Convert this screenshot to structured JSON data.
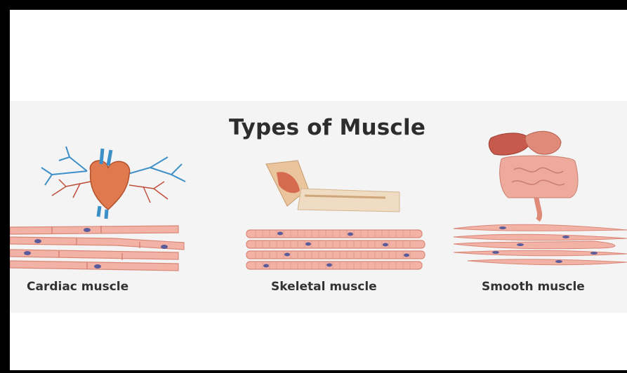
{
  "diagram": {
    "title": "Types of Muscle",
    "types": [
      {
        "label": "Cardiac muscle"
      },
      {
        "label": "Skeletal muscle"
      },
      {
        "label": "Smooth muscle"
      }
    ]
  },
  "colors": {
    "fiber": "#f2b3a6",
    "fiber_dark": "#d98777",
    "nucleus": "#5a5b9a",
    "heart": "#e07a4e",
    "vessel": "#3d8fc8",
    "organ": "#e89a8c",
    "liver": "#c85a4d",
    "text": "#2d2d2d"
  }
}
